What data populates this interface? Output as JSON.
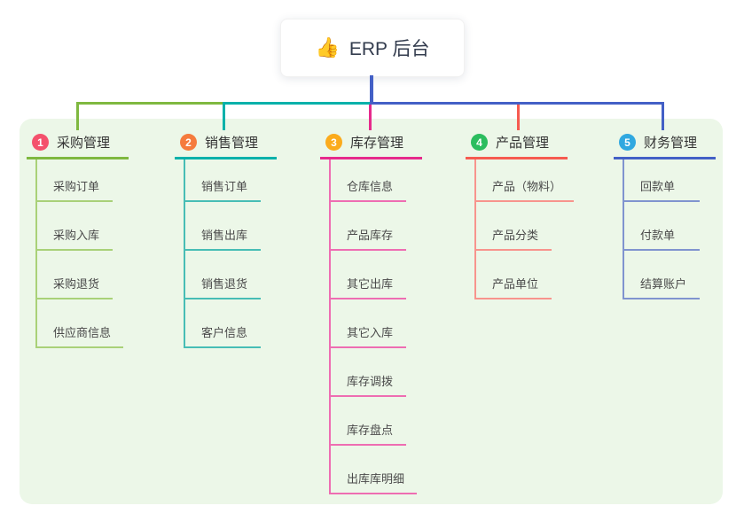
{
  "root": {
    "emoji": "👍",
    "icon": "thumbs-up-icon",
    "label": "ERP 后台"
  },
  "panel": {
    "background": "#ecf7e8"
  },
  "branches": [
    {
      "num": "1",
      "label": "采购管理",
      "badge": "#f4516c",
      "line": "#7fb840",
      "child_line": "#a9d178",
      "children": [
        "采购订单",
        "采购入库",
        "采购退货",
        "供应商信息"
      ]
    },
    {
      "num": "2",
      "label": "销售管理",
      "badge": "#f57b3d",
      "line": "#00b1aa",
      "child_line": "#47bdb5",
      "children": [
        "销售订单",
        "销售出库",
        "销售退货",
        "客户信息"
      ]
    },
    {
      "num": "3",
      "label": "库存管理",
      "badge": "#fbab1c",
      "line": "#e62a8c",
      "child_line": "#ee6db2",
      "children": [
        "仓库信息",
        "产品库存",
        "其它出库",
        "其它入库",
        "库存调拨",
        "库存盘点",
        "出库库明细"
      ]
    },
    {
      "num": "4",
      "label": "产品管理",
      "badge": "#2bbd5e",
      "line": "#f65b50",
      "child_line": "#f8948d",
      "children": [
        "产品（物料）",
        "产品分类",
        "产品单位"
      ]
    },
    {
      "num": "5",
      "label": "财务管理",
      "badge": "#30a8e0",
      "line": "#4360c6",
      "child_line": "#8094cf",
      "children": [
        "回款单",
        "付款单",
        "结算账户"
      ]
    }
  ]
}
